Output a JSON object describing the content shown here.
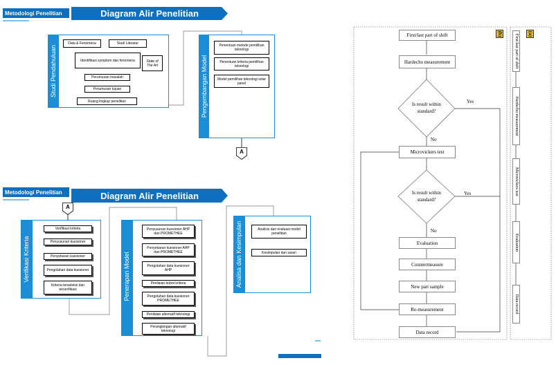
{
  "top": {
    "section_label": "Metodologi Penelitian",
    "banner": "Diagram Alir Penelitian",
    "panel1_title": "Studi Pendahuluan",
    "panel1_boxes": [
      "Data & Fenomena",
      "Studi Literatur",
      "Identifikasi symptom dan fenomena",
      "Perumusan masalah",
      "Perumusan tujuan",
      "Ruang lingkup penelitian",
      "State of The Art"
    ],
    "panel2_title": "Pengembangan Model",
    "panel2_boxes": [
      "Penentuan metode pemilihan teknologi",
      "Penentuan kriteria pemilihan teknologi",
      "Model pemilihan teknologi solar panel"
    ],
    "connector": "A"
  },
  "bottom": {
    "section_label": "Metodologi Penelitian",
    "banner": "Diagram Alir Penelitian",
    "connector": "A",
    "panel1_title": "Verifikasi Kriteria",
    "panel1_boxes": [
      "Verifikasi kriteria",
      "Penyusunan kuesioner",
      "Penyebaran kuesioner",
      "Pengolahan data kuesioner",
      "Kriteria terseleksi dan terverifikasi"
    ],
    "panel2_title": "Penerapan Model",
    "panel2_boxes": [
      "Penyusunan kuesioner AHP dan PROMETHEE",
      "Penyebaran kuesioner AHP dan PROMETHEE",
      "Pengolahan data kuesioner AHP",
      "Penilaian bobot kriteria",
      "Pengolahan data kuesioner PROMETHEE",
      "Penilaian alternatif teknologi",
      "Perangkingan alternatif teknologi"
    ],
    "panel3_title": "Analisa dan Kesimpulan",
    "panel3_boxes": [
      "Analisis dan evaluasi model penelitian",
      "Kesimpulan dan saran"
    ]
  },
  "right": {
    "badge_b": "(b)",
    "badge_a": "(a)",
    "steps": [
      "First/last part of shift",
      "Hardecho measurement",
      "Microvickers test",
      "Evaluation",
      "Countermeasure",
      "New part sample",
      "Re-measurement",
      "Data record"
    ],
    "decision1": "Is result within standard?",
    "decision2": "Is result within standard?",
    "yes": "Yes",
    "no": "No",
    "vertical_steps": [
      "First/last part of shift",
      "Hardecho measurement",
      "Microvickers test",
      "Evaluation",
      "Data record"
    ]
  },
  "colors": {
    "primary": "#0d6fbf",
    "panel": "#1b8ed6",
    "accent": "#7cc0ef",
    "badge": "#f2c12e"
  }
}
